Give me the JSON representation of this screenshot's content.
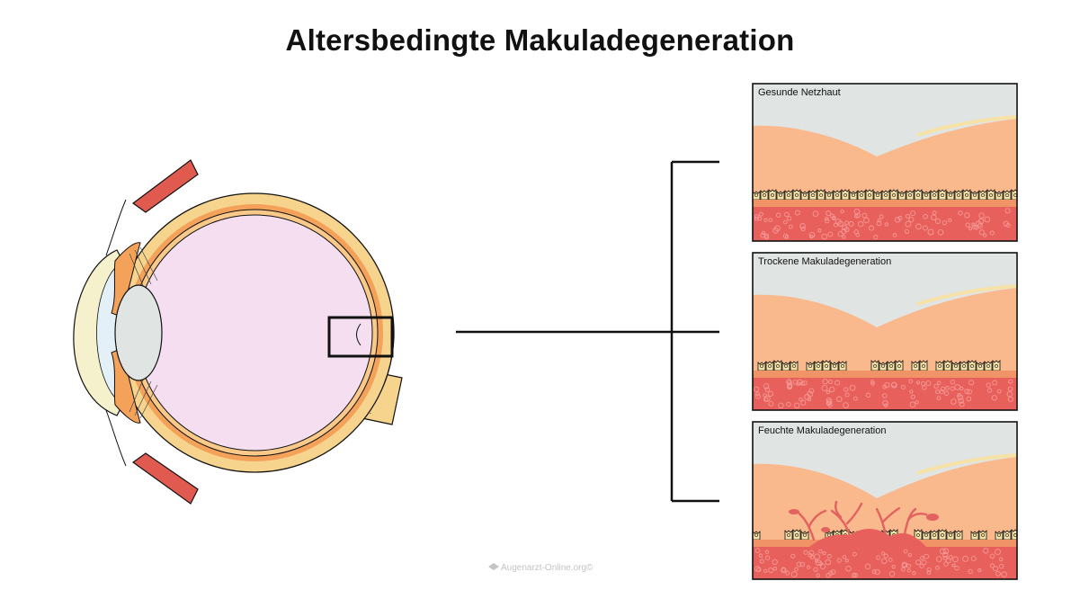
{
  "title": "Altersbedingte Makuladegeneration",
  "panels": [
    {
      "id": "healthy",
      "label": "Gesunde Netzhaut"
    },
    {
      "id": "dry",
      "label": "Trockene Makuladegeneration"
    },
    {
      "id": "wet",
      "label": "Feuchte Makuladegeneration"
    }
  ],
  "watermark": "Augenarzt-Online.org©",
  "colors": {
    "vitreous": "#f4def0",
    "sclera": "#f7d48e",
    "retina": "#f9b98c",
    "choroid": "#e8605c",
    "vessel": "#e2625f",
    "cornea": "#f4f1cc",
    "anterior_chamber": "#e4f0f7",
    "lens": "#e0e4e3",
    "muscle": "#e05a50",
    "gel_area": "#e0e4e3",
    "cells": "#f6e2a6",
    "outline": "#111111"
  }
}
